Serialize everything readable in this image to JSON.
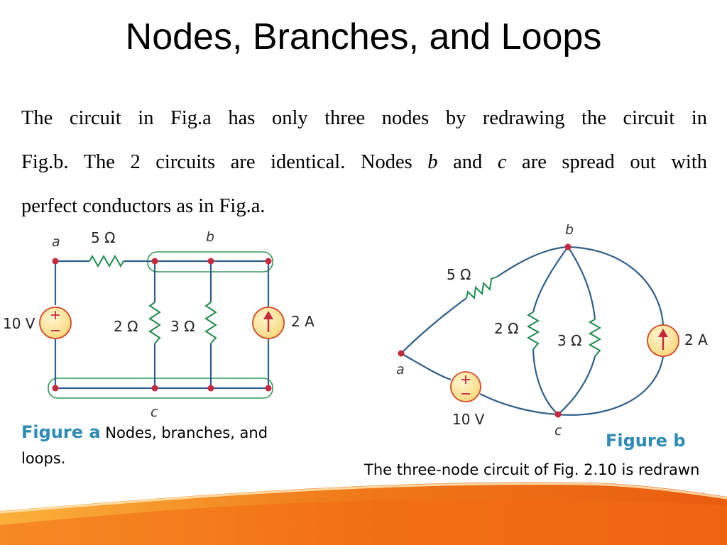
{
  "slide": {
    "title": "Nodes, Branches, and Loops",
    "paragraph": {
      "line1": "The circuit in Fig.a has only three nodes  by   redrawing the circuit in",
      "line2_a": "Fig.b. The 2 circuits are  identical. Nodes ",
      "line2_b": "b",
      "line2_c": " and ",
      "line2_d": "c",
      "line2_e": " are spread out with",
      "line3": "perfect conductors as in Fig.a."
    },
    "figure_a": {
      "caption_label": "Figure a",
      "caption_text": " Nodes, branches, and loops.",
      "node_a": "a",
      "node_b": "b",
      "node_c": "c",
      "r1": "5 Ω",
      "r2": "2 Ω",
      "r3": "3 Ω",
      "source_v": "10 V",
      "source_i": "2 A"
    },
    "figure_b": {
      "caption_label": "Figure b",
      "caption_text": "The three-node circuit of Fig. 2.10 is redrawn",
      "node_a": "a",
      "node_b": "b",
      "node_c": "c",
      "r1": "5 Ω",
      "r2": "2 Ω",
      "r3": "3 Ω",
      "source_v": "10 V",
      "source_i": "2 A"
    }
  },
  "colors": {
    "wire": "#2f5f8a",
    "node": "#c8283c",
    "resistor": "#1f8a4f",
    "source_fill": "#fbe7a6",
    "source_stroke": "#d14a2a",
    "caption_accent": "#2e8bb5",
    "footer_orange": "#f07818"
  }
}
